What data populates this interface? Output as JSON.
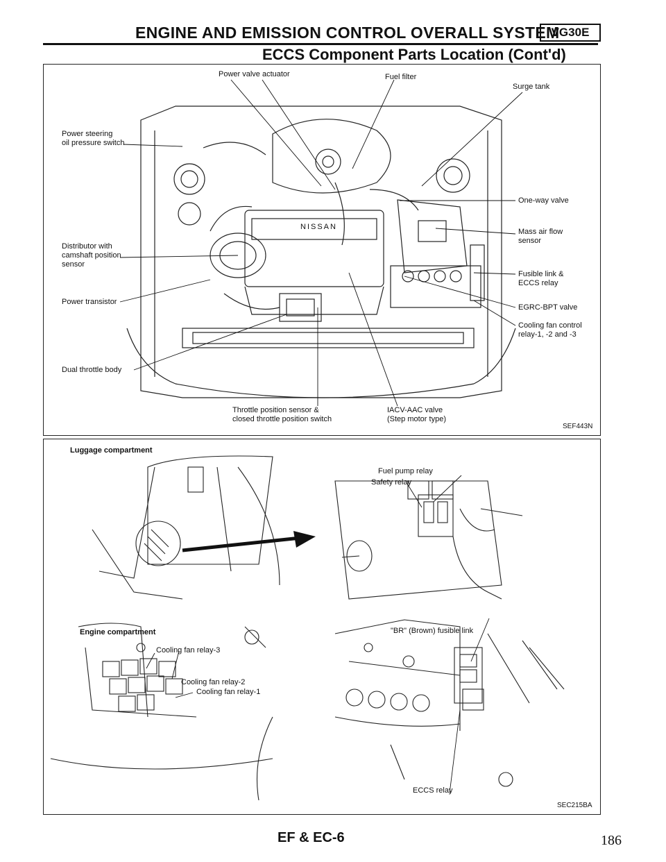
{
  "header": {
    "title": "ENGINE AND EMISSION CONTROL OVERALL SYSTEM",
    "badge": "VG30E",
    "subtitle": "ECCS Component Parts Location (Cont'd)"
  },
  "engine_bay_figure": {
    "labels": {
      "power_valve_actuator": "Power valve actuator",
      "fuel_filter": "Fuel filter",
      "surge_tank": "Surge tank",
      "ps_switch_line1": "Power steering",
      "ps_switch_line2": "oil pressure switch",
      "one_way_valve": "One-way valve",
      "mass_air_flow_line1": "Mass air flow",
      "mass_air_flow_line2": "sensor",
      "distributor_line1": "Distributor with",
      "distributor_line2": "camshaft position",
      "distributor_line3": "sensor",
      "fusible_link_line1": "Fusible link &",
      "fusible_link_line2": "ECCS relay",
      "power_transistor": "Power transistor",
      "egrc_bpt_valve": "EGRC-BPT valve",
      "cooling_fan_control_line1": "Cooling fan control",
      "cooling_fan_control_line2": "relay-1, -2 and -3",
      "dual_throttle_body": "Dual throttle body",
      "tps_line1": "Throttle position sensor &",
      "tps_line2": "closed throttle position switch",
      "iacv_line1": "IACV-AAC valve",
      "iacv_line2": "(Step motor type)",
      "engine_badge": "NISSAN"
    },
    "code": "SEF443N"
  },
  "lower_figure": {
    "luggage_compartment": "Luggage compartment",
    "fuel_pump_relay": "Fuel pump relay",
    "safety_relay": "Safety relay",
    "engine_compartment": "Engine compartment",
    "cooling_fan_relay_3": "Cooling fan relay-3",
    "cooling_fan_relay_2": "Cooling fan relay-2",
    "cooling_fan_relay_1": "Cooling fan relay-1",
    "br_fusible_link": "\"BR\" (Brown) fusible link",
    "eccs_relay": "ECCS relay",
    "code": "SEC215BA"
  },
  "footer": {
    "section": "EF & EC-6",
    "page_number": "186"
  }
}
